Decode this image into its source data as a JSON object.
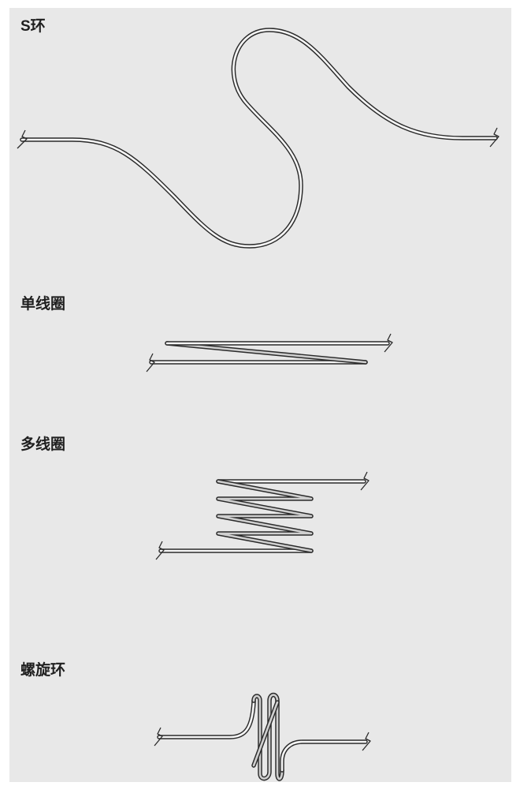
{
  "sections": [
    {
      "id": "s-loop",
      "label": "S环"
    },
    {
      "id": "single-coil",
      "label": "单线圈"
    },
    {
      "id": "multi-coil",
      "label": "多线圈"
    },
    {
      "id": "helical-loop",
      "label": "螺旋环"
    }
  ],
  "colors": {
    "panel_background": "#e8e8e8",
    "tube_outline": "#2a2a2a",
    "tube_fill": "#f6f6f6",
    "label_text": "#1f1f1f"
  }
}
